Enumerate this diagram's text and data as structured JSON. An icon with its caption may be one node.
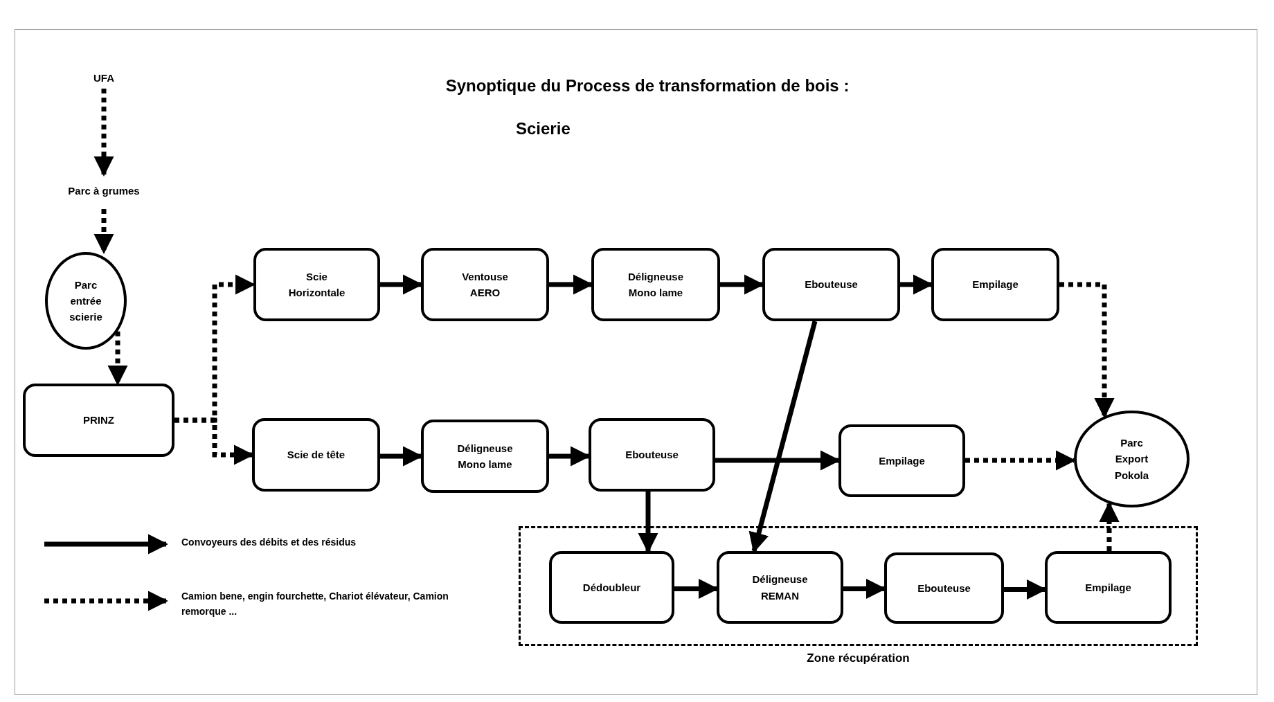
{
  "diagram": {
    "title": "Synoptique du Process de transformation de bois :",
    "nodes": [
      {
        "text": [
          "UFA"
        ]
      },
      {
        "text": [
          "Parc à grumes"
        ]
      },
      {
        "text": [
          "Parc entrée scierie"
        ]
      },
      {
        "text": [
          "PRINZ"
        ]
      },
      {
        "text": [
          "Scie Horizontale"
        ]
      },
      {
        "text": [
          "Ventouse AERO"
        ]
      },
      {
        "text": [
          "Déligneuse Mono lame"
        ]
      },
      {
        "text": [
          "Ebouteuse"
        ]
      },
      {
        "text": [
          "Empilage"
        ]
      },
      {
        "text": [
          "Scie de tête"
        ]
      },
      {
        "text": [
          "Déligneuse Mono lame"
        ]
      },
      {
        "text": [
          "Ebouteuse"
        ]
      },
      {
        "text": [
          "Empilage"
        ]
      },
      {
        "text": [
          "Parc Export Pokola"
        ]
      },
      {
        "text": [
          "Zone récupération"
        ]
      },
      {
        "text": [
          "Dédoubleur"
        ],
        "in": 14
      },
      {
        "text": [
          "Déligneuse REMAN"
        ],
        "in": 14
      },
      {
        "text": [
          "Ebouteuse"
        ],
        "in": 14
      },
      {
        "text": [
          "Empilage"
        ],
        "in": 14
      }
    ],
    "edges": [
      {
        "from": 0,
        "to": 1,
        "arrow": "to",
        "style": "dashed"
      },
      {
        "from": 1,
        "to": 2,
        "arrow": "to",
        "style": "dashed"
      },
      {
        "from": 2,
        "to": 3,
        "arrow": "to",
        "style": "dashed"
      },
      {
        "from": 3,
        "to": 4,
        "arrow": "to",
        "style": "dashed"
      },
      {
        "from": 3,
        "to": 9,
        "arrow": "to",
        "style": "dashed"
      },
      {
        "from": 4,
        "to": 5,
        "arrow": "to"
      },
      {
        "from": 5,
        "to": 6,
        "arrow": "to"
      },
      {
        "from": 6,
        "to": 7,
        "arrow": "to"
      },
      {
        "from": 7,
        "to": 8,
        "arrow": "to"
      },
      {
        "from": 8,
        "to": 13,
        "arrow": "to",
        "style": "dashed"
      },
      {
        "from": 9,
        "to": 10,
        "arrow": "to"
      },
      {
        "from": 10,
        "to": 11,
        "arrow": "to"
      },
      {
        "from": 11,
        "to": 12,
        "arrow": "to"
      },
      {
        "from": 12,
        "to": 13,
        "arrow": "to",
        "style": "dashed"
      },
      {
        "from": 7,
        "to": 16,
        "arrow": "to"
      },
      {
        "from": 11,
        "to": 15,
        "arrow": "to"
      },
      {
        "from": 15,
        "to": 16,
        "arrow": "to"
      },
      {
        "from": 16,
        "to": 17,
        "arrow": "to"
      },
      {
        "from": 17,
        "to": 18,
        "arrow": "to"
      },
      {
        "from": 18,
        "to": 13,
        "arrow": "to",
        "style": "dashed"
      }
    ],
    "labels": [
      "Scierie"
    ],
    "legend": [
      {
        "text": "Convoyeurs des débits et des résidus"
      },
      {
        "text": "Camion bene, engin fourchette, Chariot élévateur, Camion remorque ..."
      }
    ]
  }
}
